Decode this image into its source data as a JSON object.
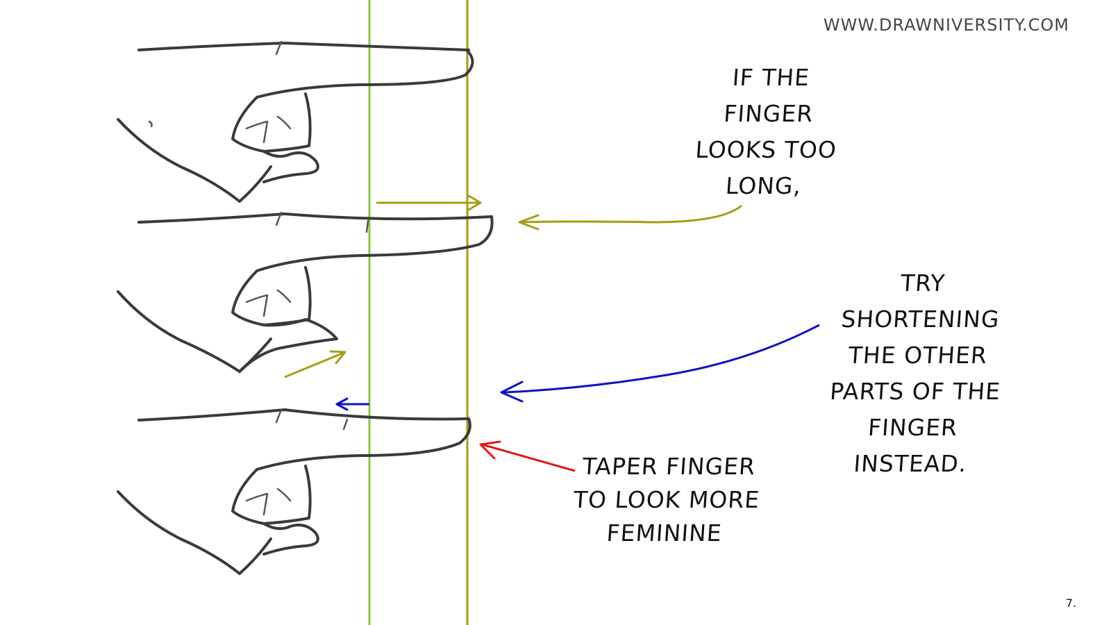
{
  "website": "WWW.DRAWNIVERSITY.COM",
  "page_number": "7.",
  "annotations": {
    "too_long": "IF THE\nFINGER\nLOOKS TOO\nLONG,",
    "shorten": "TRY\nSHORTENING\nTHE OTHER\nPARTS OF THE\nFINGER\nINSTEAD.",
    "taper": "TAPER FINGER\nTO LOOK MORE\nFEMININE"
  },
  "colors": {
    "green_guide": "#8cc63f",
    "olive_guide": "#a59d12",
    "blue_arrow": "#1010c8",
    "red_arrow": "#e01818",
    "sketch": "#3a3a3a"
  }
}
